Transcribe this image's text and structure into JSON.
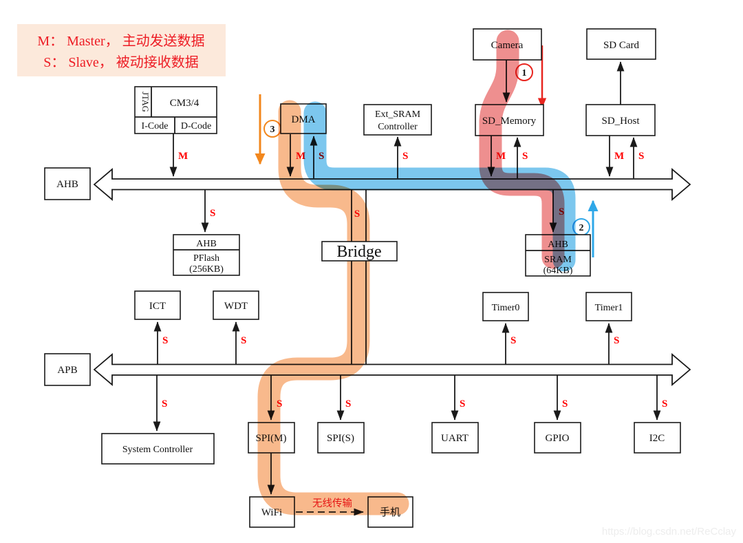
{
  "legend": {
    "line1": "M： Master， 主动发送数据",
    "line2": "S： Slave， 被动接收数据"
  },
  "ms": {
    "m": "M",
    "s": "S"
  },
  "steps": {
    "s1": "1",
    "s2": "2",
    "s3": "3"
  },
  "cpu": {
    "jtag": "JTAG",
    "core": "CM3/4",
    "icode": "I-Code",
    "dcode": "D-Code"
  },
  "nodes": {
    "dma": "DMA",
    "ext_sram_line1": "Ext_SRAM",
    "ext_sram_line2": "Controller",
    "camera": "Camera",
    "sd_memory": "SD_Memory",
    "sd_card": "SD Card",
    "sd_host": "SD_Host",
    "ahb": "AHB",
    "apb": "APB",
    "bridge": "Bridge",
    "pflash_bus": "AHB",
    "pflash_name": "PFlash",
    "pflash_size": "(256KB)",
    "sram_bus": "AHB",
    "sram_name": "SRAM",
    "sram_size": "(64KB)",
    "ict": "ICT",
    "wdt": "WDT",
    "timer0": "Timer0",
    "timer1": "Timer1",
    "system_controller": "System Controller",
    "spi_m": "SPI(M)",
    "spi_s": "SPI(S)",
    "uart": "UART",
    "gpio": "GPIO",
    "i2c": "I2C",
    "wifi": "WiFi",
    "phone": "手机"
  },
  "wireless": {
    "label": "无线传输"
  },
  "watermark": {
    "text": "https://blog.csdn.net/ReCclay"
  },
  "colors": {
    "highlight_red": "#ee8f8f",
    "highlight_blue": "#7cc7ee",
    "highlight_orange": "#f8b98c",
    "step1_red": "#e8251f",
    "step2_blue": "#2ea7e8",
    "step3_orange": "#f2871d",
    "label_red": "#ff0000",
    "legend_bg": "#fce9db",
    "legend_text": "#ed1c24"
  }
}
